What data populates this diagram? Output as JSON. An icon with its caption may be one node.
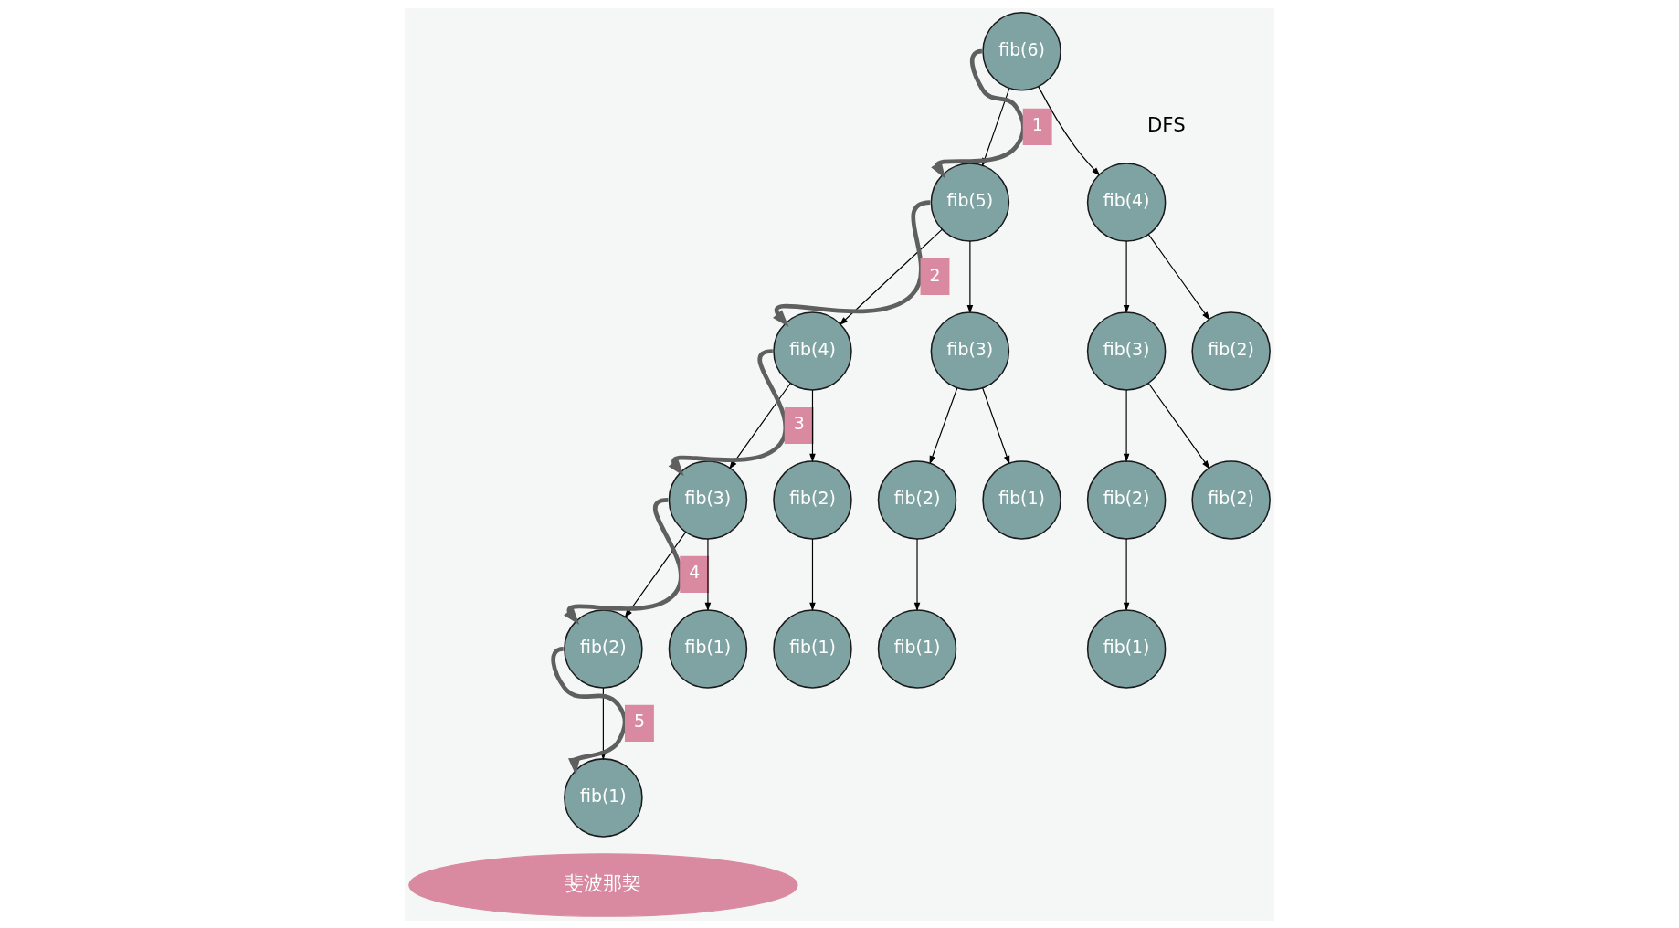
{
  "diagram": {
    "nodes": [
      {
        "text": [
          "fib(6)"
        ]
      },
      {
        "text": [
          "fib(5)"
        ]
      },
      {
        "text": [
          "fib(4)"
        ]
      },
      {
        "text": [
          "fib(4)"
        ]
      },
      {
        "text": [
          "fib(3)"
        ]
      },
      {
        "text": [
          "fib(3)"
        ]
      },
      {
        "text": [
          "fib(2)"
        ]
      },
      {
        "text": [
          "fib(3)"
        ]
      },
      {
        "text": [
          "fib(2)"
        ]
      },
      {
        "text": [
          "fib(2)"
        ]
      },
      {
        "text": [
          "fib(1)"
        ]
      },
      {
        "text": [
          "fib(2)"
        ]
      },
      {
        "text": [
          "fib(2)"
        ]
      },
      {
        "text": [
          "fib(2)"
        ]
      },
      {
        "text": [
          "fib(1)"
        ]
      },
      {
        "text": [
          "fib(1)"
        ]
      },
      {
        "text": [
          "fib(1)"
        ]
      },
      {
        "text": [
          "fib(1)"
        ]
      },
      {
        "text": [
          "fib(1)"
        ]
      },
      {
        "text": [
          "斐波那契"
        ]
      }
    ],
    "edges": [
      {
        "from": 0,
        "to": 1,
        "arrow": "to"
      },
      {
        "from": 0,
        "to": 2,
        "arrow": "to"
      },
      {
        "from": 1,
        "to": 3,
        "arrow": "to"
      },
      {
        "from": 1,
        "to": 4,
        "arrow": "to"
      },
      {
        "from": 2,
        "to": 5,
        "arrow": "to"
      },
      {
        "from": 2,
        "to": 6,
        "arrow": "to"
      },
      {
        "from": 3,
        "to": 7,
        "arrow": "to"
      },
      {
        "from": 3,
        "to": 8,
        "arrow": "to"
      },
      {
        "from": 4,
        "to": 9,
        "arrow": "to"
      },
      {
        "from": 4,
        "to": 10,
        "arrow": "to"
      },
      {
        "from": 5,
        "to": 11,
        "arrow": "to"
      },
      {
        "from": 5,
        "to": 12,
        "arrow": "to"
      },
      {
        "from": 7,
        "to": 13,
        "arrow": "to"
      },
      {
        "from": 7,
        "to": 14,
        "arrow": "to"
      },
      {
        "from": 8,
        "to": 15,
        "arrow": "to"
      },
      {
        "from": 9,
        "to": 16,
        "arrow": "to"
      },
      {
        "from": 11,
        "to": 17,
        "arrow": "to"
      },
      {
        "from": 13,
        "to": 18,
        "arrow": "to"
      },
      {
        "from": 0,
        "to": 1,
        "arrow": "to",
        "label": "1",
        "style": "thick",
        "color": "#5f5f5f"
      },
      {
        "from": 1,
        "to": 3,
        "arrow": "to",
        "label": "2",
        "style": "thick",
        "color": "#5f5f5f"
      },
      {
        "from": 3,
        "to": 7,
        "arrow": "to",
        "label": "3",
        "style": "thick",
        "color": "#5f5f5f"
      },
      {
        "from": 7,
        "to": 13,
        "arrow": "to",
        "label": "4",
        "style": "thick",
        "color": "#5f5f5f"
      },
      {
        "from": 13,
        "to": 18,
        "arrow": "to",
        "label": "5",
        "style": "thick",
        "color": "#5f5f5f"
      }
    ],
    "labels": [
      "DFS"
    ]
  }
}
